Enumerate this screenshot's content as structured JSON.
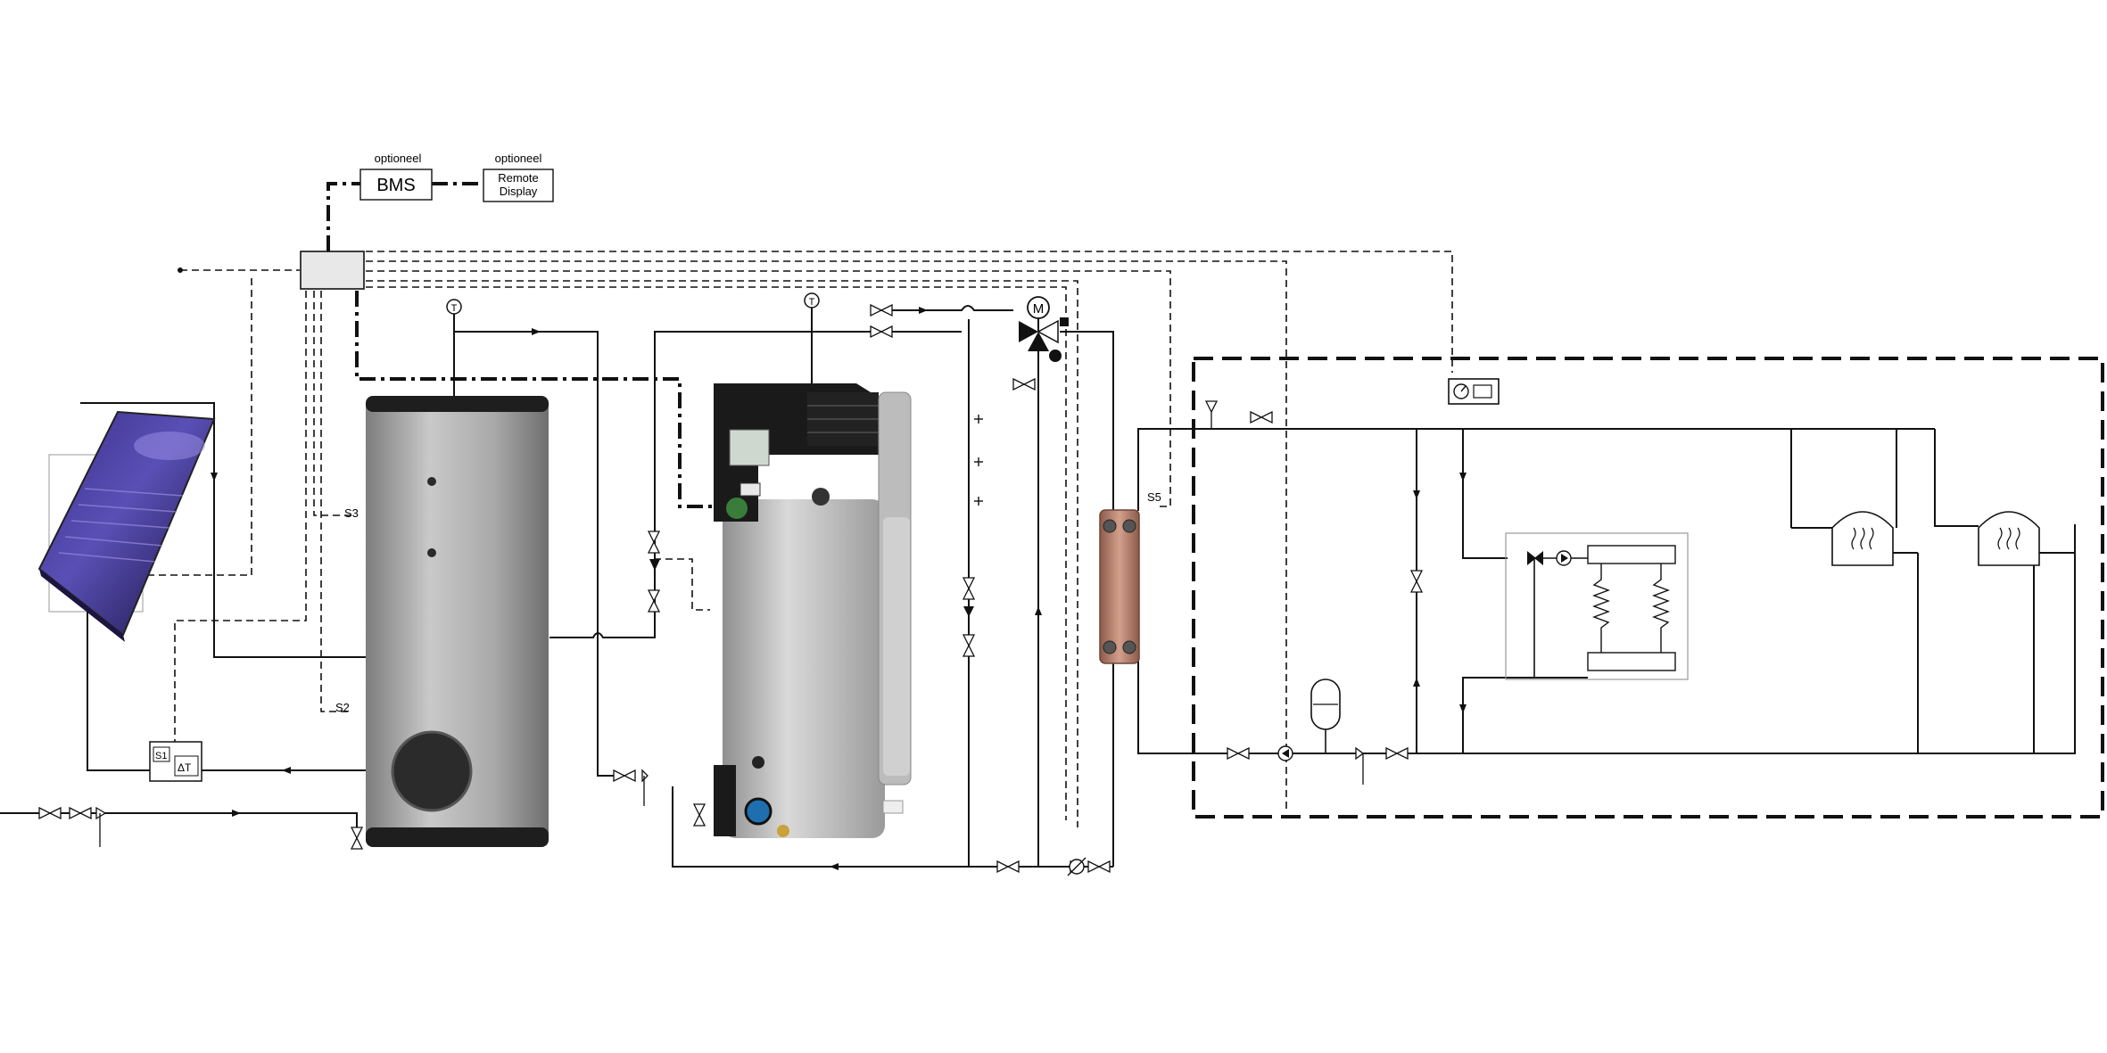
{
  "labels": {
    "bms_optional": "optioneel",
    "bms": "BMS",
    "remote_optional": "optioneel",
    "remote_line1": "Remote",
    "remote_line2": "Display",
    "s3": "S3",
    "s2": "S2",
    "s1": "S1",
    "s5": "S5",
    "delta_t": "ΔT",
    "motor": "M",
    "temp_tank": "T",
    "temp_heater": "T"
  },
  "colors": {
    "line": "#111111",
    "tank_body": "#a8a8a8",
    "tank_cap": "#1e1e1e",
    "heater_body": "#c6c6c6",
    "heater_top": "#1a1a1a",
    "solar_panel": "#2a2160",
    "solar_highlight": "#7b6fc2",
    "exchanger": "#b7826f",
    "heating_zone_border": "#111111"
  },
  "icons": [
    "solar-collector-icon",
    "storage-tank-icon",
    "water-heater-icon",
    "heat-exchanger-icon",
    "motorized-three-way-valve-icon",
    "expansion-vessel-icon",
    "radiator-icon",
    "thermostat-icon",
    "pump-icon",
    "valve-icon",
    "controller-box-icon"
  ]
}
